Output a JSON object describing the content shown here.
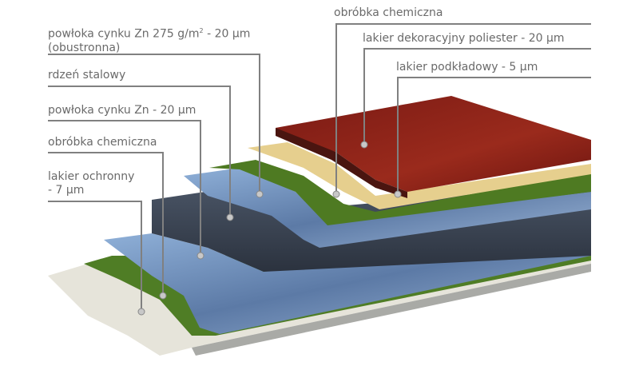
{
  "left_labels": [
    {
      "line1": "powłoka cynku Zn 275 g/m",
      "sup": "2",
      "line1_end": " - 20 µm",
      "line2": "(obustronna)"
    },
    {
      "line1": "rdzeń stalowy"
    },
    {
      "line1": "powłoka cynku Zn - 20 µm"
    },
    {
      "line1": "obróbka chemiczna"
    },
    {
      "line1": "lakier ochronny",
      "line2": " - 7 µm"
    }
  ],
  "right_labels": [
    {
      "line1": "obróbka chemiczna"
    },
    {
      "line1": "lakier dekoracyjny poliester - 20 µm"
    },
    {
      "line1": "lakier podkładowy - 5 µm"
    }
  ],
  "colors": {
    "topcoat": "#8a1c14",
    "primer": "#e6cf8e",
    "chemical_green": "#4e7a22",
    "zinc": "#6f8fb8",
    "steel": "#3d4654",
    "backcoat": "#e6e4da",
    "leader_line": "#808080"
  }
}
